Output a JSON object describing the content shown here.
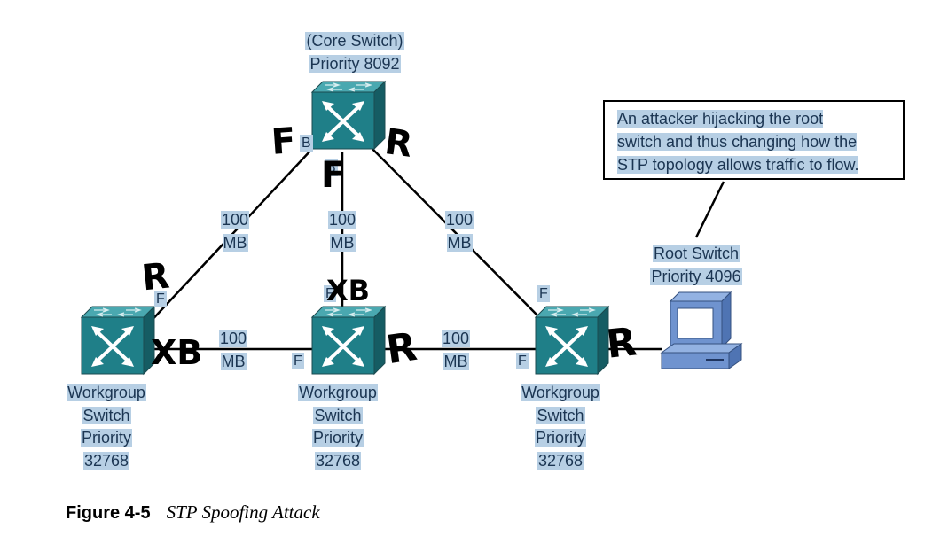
{
  "switches": {
    "core": {
      "line1": "(Core Switch)",
      "line2": "Priority 8092"
    },
    "wg_left": {
      "l1": "Workgroup",
      "l2": "Switch",
      "l3": "Priority",
      "l4": "32768"
    },
    "wg_mid": {
      "l1": "Workgroup",
      "l2": "Switch",
      "l3": "Priority",
      "l4": "32768"
    },
    "wg_right": {
      "l1": "Workgroup",
      "l2": "Switch",
      "l3": "Priority",
      "l4": "32768"
    },
    "root": {
      "line1": "Root Switch",
      "line2": "Priority 4096"
    }
  },
  "links": {
    "core_left": {
      "l1": "100",
      "l2": "MB"
    },
    "core_mid": {
      "l1": "100",
      "l2": "MB"
    },
    "core_right": {
      "l1": "100",
      "l2": "MB"
    },
    "left_mid": {
      "l1": "100",
      "l2": "MB"
    },
    "mid_right": {
      "l1": "100",
      "l2": "MB"
    }
  },
  "ports": {
    "core_left": "B",
    "core_mid": "B",
    "left_top": "F",
    "mid_top": "F",
    "mid_left": "F",
    "right_top": "F",
    "right_left": "F"
  },
  "handwritten": {
    "core_left": "F",
    "core_mid": "F",
    "core_right": "R",
    "left_top": "R",
    "left_right": "XB",
    "mid_top": "XB",
    "mid_right": "R",
    "right_right": "R"
  },
  "callout": {
    "line1": "An attacker hijacking the root",
    "line2": "switch and thus changing how the",
    "line3": "STP topology allows traffic to flow."
  },
  "caption": {
    "number": "Figure 4-5",
    "title": "STP Spoofing Attack"
  },
  "colors": {
    "switch_front": "#1f7f88",
    "switch_top": "#4aa8b0",
    "switch_side": "#155c63",
    "highlight": "#b7cfe4",
    "pc": "#6f93cf"
  }
}
